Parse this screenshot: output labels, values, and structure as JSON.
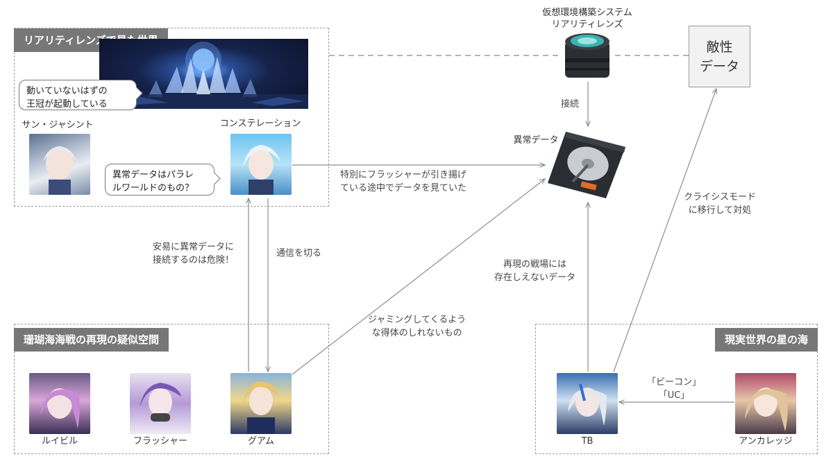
{
  "groups": {
    "reality_lens": {
      "title": "リアリティレンズで見た世界"
    },
    "coral_sea": {
      "title": "珊瑚海海戦の再現の疑似空間"
    },
    "real_world": {
      "title": "現実世界の星の海"
    }
  },
  "bubbles": {
    "crown": {
      "line1": "動いていないはずの",
      "line2": "王冠が起動している"
    },
    "parallel": {
      "line1": "異常データはパラレ",
      "line2": "ルワールドのもの？"
    }
  },
  "characters": {
    "sun_hyacinth": "サン・ジャシント",
    "constellation": "コンステレーション",
    "louisville": "ルイビル",
    "flasher": "フラッシャー",
    "guam": "グアム",
    "tb": "TB",
    "anchorage": "アンカレッジ"
  },
  "nodes": {
    "lens_system": {
      "line1": "仮想環境構築システム",
      "line2": "リアリティレンズ"
    },
    "anomaly_data": "異常データ",
    "enemy_data": {
      "line1": "敵性",
      "line2": "データ"
    }
  },
  "edges": {
    "connect": "接続",
    "flasher_watch": {
      "line1": "特別にフラッシャーが引き揚げ",
      "line2": "ている途中でデータを見ていた"
    },
    "danger": {
      "line1": "安易に異常データに",
      "line2": "接続するのは危険！"
    },
    "cut_comm": "通信を切る",
    "jamming": {
      "line1": "ジャミングしてくるよう",
      "line2": "な得体のしれないもの"
    },
    "not_exist": {
      "line1": "再現の戦場には",
      "line2": "存在しえないデータ"
    },
    "crisis": {
      "line1": "クライシスモード",
      "line2": "に移行して対処"
    },
    "beacon": {
      "line1": "「ビーコン」",
      "line2": "「UC」"
    }
  },
  "colors": {
    "group_title_bg": "#777777",
    "dashed_border": "#9a9a9a",
    "arrow": "#8c8c8c",
    "enemy_box_bg": "#f2f2f2"
  }
}
